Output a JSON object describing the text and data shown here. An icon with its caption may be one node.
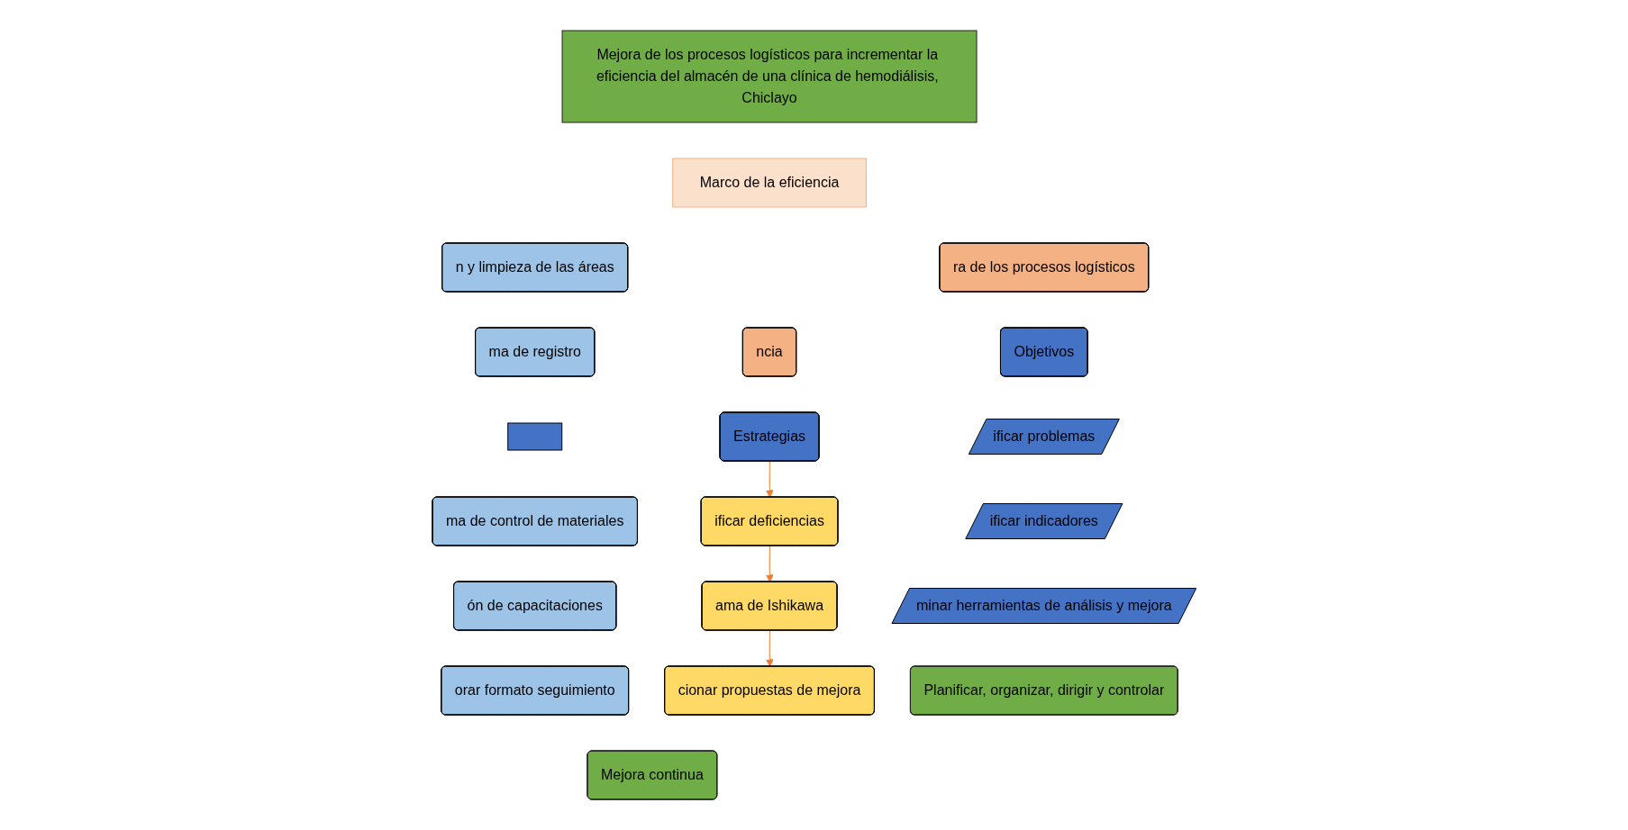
{
  "diagram": {
    "nodes": [
      {
        "text": [
          "Mejora de los procesos logísticos para incrementar la eficiencia del almacén de una clínica de hemodiálisis, Chiclayo"
        ]
      },
      {
        "text": [
          "Marco de la eficiencia"
        ]
      },
      {
        "text": [
          "ra de los procesos logísticos"
        ]
      },
      {
        "text": [
          "ncia"
        ]
      },
      {
        "text": [
          "n y limpieza de las áreas"
        ]
      },
      {
        "text": [
          "Objetivos"
        ]
      },
      {
        "text": [
          "Estrategias"
        ]
      },
      {
        "text": [
          "ma de registro"
        ]
      },
      {
        "text": [
          "ificar problemas"
        ]
      },
      {
        "text": [
          "ificar deficiencias"
        ]
      },
      {
        "text": [],
        "shape": "box"
      },
      {
        "text": [
          "ma de control de materiales"
        ]
      },
      {
        "text": [
          "ificar indicadores"
        ]
      },
      {
        "text": [
          "minar herramientas de análisis y mejora"
        ]
      },
      {
        "text": [
          "ama de Ishikawa"
        ]
      },
      {
        "text": [
          "ón de capacitaciones"
        ]
      },
      {
        "text": [
          "cionar propuestas de mejora"
        ]
      },
      {
        "text": [
          "orar formato seguimiento"
        ]
      },
      {
        "text": [
          "Planificar, organizar, dirigir y controlar"
        ]
      },
      {
        "text": [
          "Mejora continua"
        ]
      }
    ],
    "edges": [
      {
        "from": 6,
        "to": 9,
        "arrow": "to",
        "color": "#ed7d31"
      },
      {
        "from": 9,
        "to": 14,
        "arrow": "to",
        "color": "#ed7d31"
      },
      {
        "from": 14,
        "to": 16,
        "arrow": "to",
        "color": "#ed7d31"
      }
    ]
  }
}
